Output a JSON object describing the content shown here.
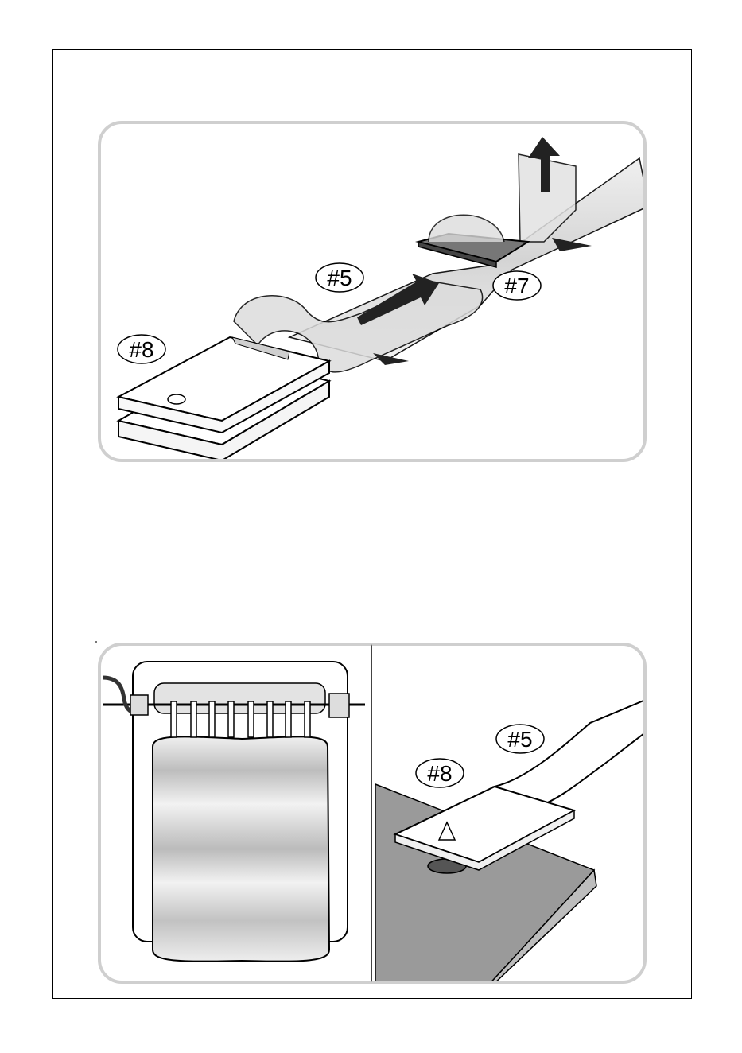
{
  "figures": {
    "top": {
      "labels": {
        "part5": "#5",
        "part7": "#7",
        "part8": "#8"
      }
    },
    "bottom_right": {
      "labels": {
        "part5": "#5",
        "part8": "#8"
      }
    }
  },
  "icons": [
    "arrow-up-icon",
    "arrow-down-icon"
  ],
  "colors": {
    "panel_border": "#cfcfcf",
    "tape": "#d9d9d9",
    "floor": "#9a9a9a",
    "ink": "#000000"
  }
}
